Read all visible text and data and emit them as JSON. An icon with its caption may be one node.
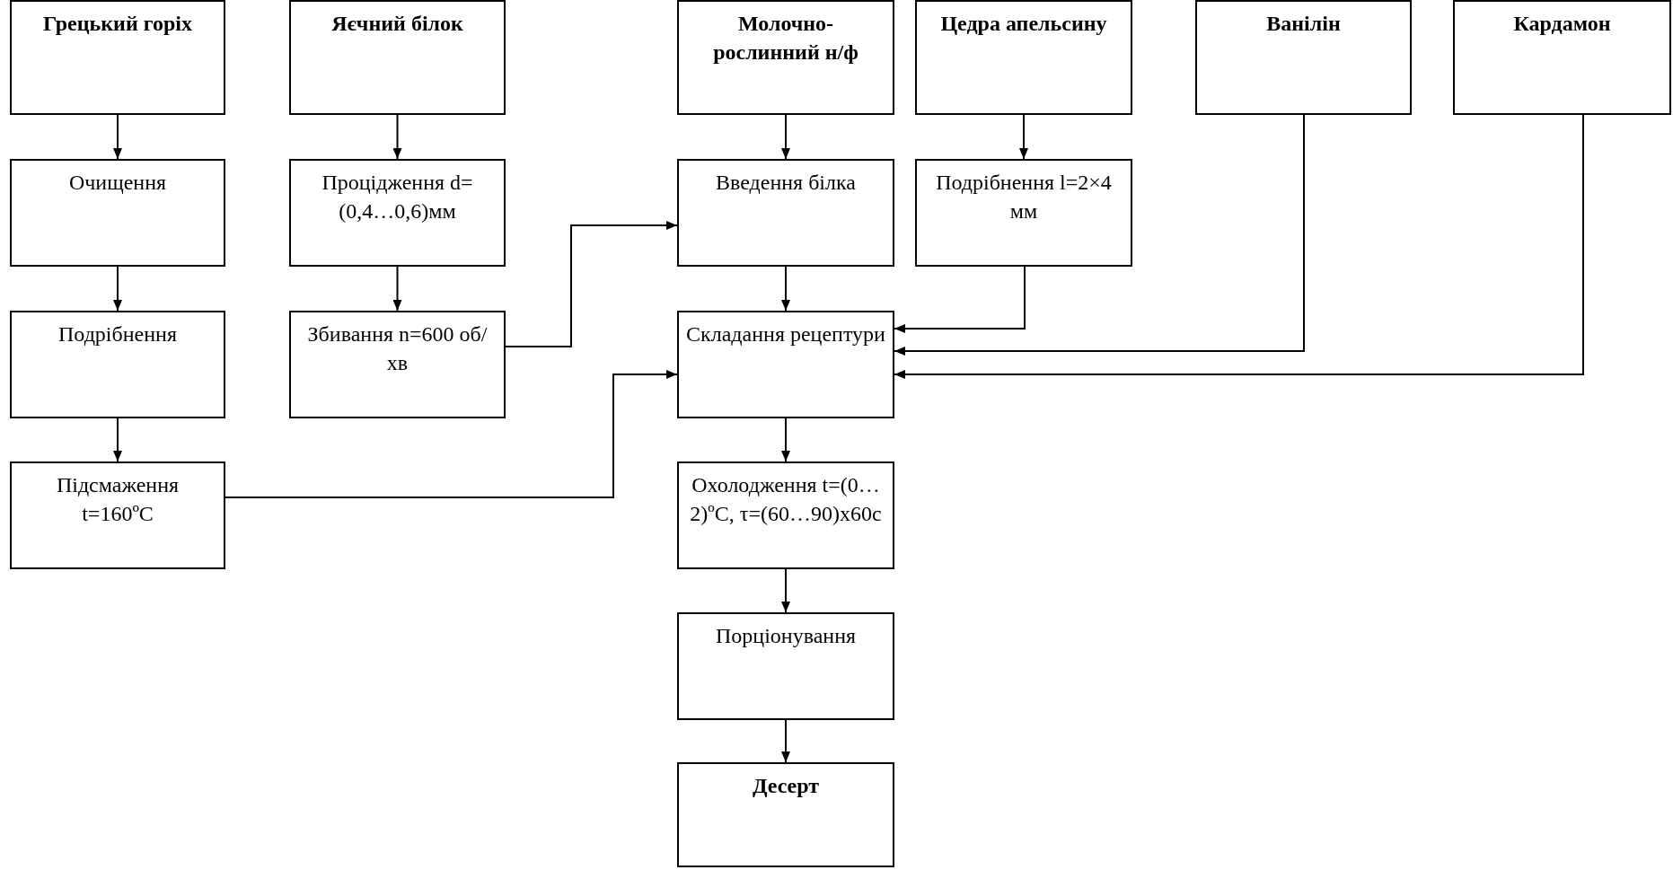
{
  "diagram": {
    "nodes": [
      {
        "text": [
          "Грецький горіх"
        ]
      },
      {
        "text": [
          "Яєчний білок"
        ]
      },
      {
        "text": [
          "Молочно-рослинний н/ф"
        ]
      },
      {
        "text": [
          "Цедра апельсину"
        ]
      },
      {
        "text": [
          "Ванілін"
        ]
      },
      {
        "text": [
          "Кардамон"
        ]
      },
      {
        "text": [
          "Очищення"
        ]
      },
      {
        "text": [
          "Процідження d=(0,4…0,6)мм"
        ]
      },
      {
        "text": [
          "Введення білка"
        ]
      },
      {
        "text": [
          "Подрібнення l=2×4 мм"
        ]
      },
      {
        "text": [
          "Подрібнення"
        ]
      },
      {
        "text": [
          "Збивання n=600 об/хв"
        ]
      },
      {
        "text": [
          "Складання рецептури"
        ]
      },
      {
        "text": [
          "Підсмаження t=160ºC"
        ]
      },
      {
        "text": [
          "Охолодження t=(0…2)ºC, τ=(60…90)х60с"
        ]
      },
      {
        "text": [
          "Порціонування"
        ]
      },
      {
        "text": [
          "Десерт"
        ]
      }
    ],
    "edges": [
      {
        "from": 0,
        "to": 6,
        "arrow": "to"
      },
      {
        "from": 6,
        "to": 10,
        "arrow": "to"
      },
      {
        "from": 10,
        "to": 13,
        "arrow": "to"
      },
      {
        "from": 13,
        "to": 12,
        "arrow": "to"
      },
      {
        "from": 1,
        "to": 7,
        "arrow": "to"
      },
      {
        "from": 7,
        "to": 11,
        "arrow": "to"
      },
      {
        "from": 11,
        "to": 8,
        "arrow": "to"
      },
      {
        "from": 2,
        "to": 8,
        "arrow": "to"
      },
      {
        "from": 8,
        "to": 12,
        "arrow": "to"
      },
      {
        "from": 3,
        "to": 9,
        "arrow": "to"
      },
      {
        "from": 9,
        "to": 12,
        "arrow": "to"
      },
      {
        "from": 4,
        "to": 12,
        "arrow": "to"
      },
      {
        "from": 5,
        "to": 12,
        "arrow": "to"
      },
      {
        "from": 12,
        "to": 14,
        "arrow": "to"
      },
      {
        "from": 14,
        "to": 15,
        "arrow": "to"
      },
      {
        "from": 15,
        "to": 16,
        "arrow": "to"
      }
    ]
  }
}
